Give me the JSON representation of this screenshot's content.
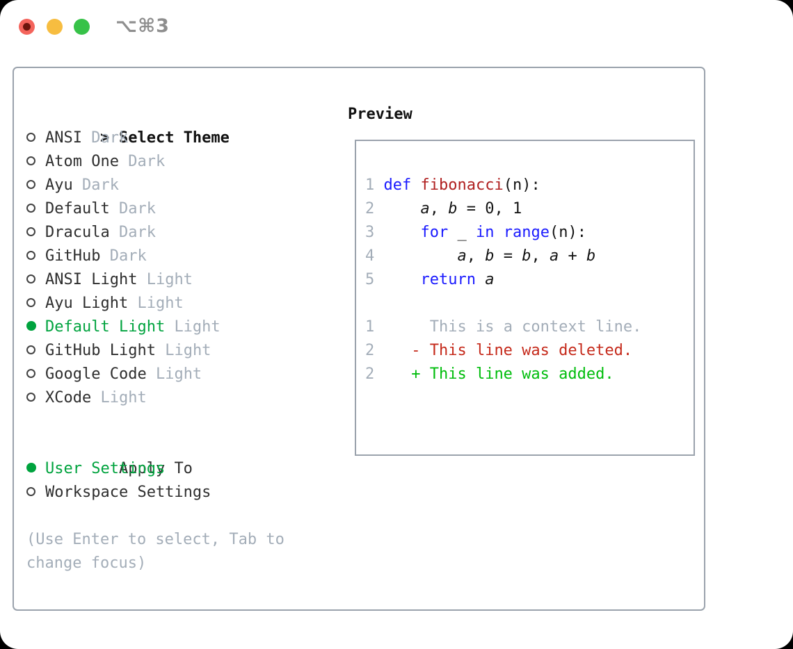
{
  "window": {
    "title_shortcut": "⌥⌘3"
  },
  "colors": {
    "accent_green": "#00a33e",
    "added_green": "#00bd0c",
    "deleted_red": "#c5291a",
    "keyword_blue": "#1a1aff",
    "function_red": "#b02020",
    "muted_gray": "#a3adb8",
    "text_dark": "#2e2e2e",
    "code_text": "#141414",
    "border_gray": "#9aa2ac",
    "light_red": "#f4645c",
    "light_yellow": "#f7bd40",
    "light_green": "#37c248",
    "title_gray": "#8e8e8e"
  },
  "theme_selector": {
    "focus_indicator": ">",
    "title": "Select Theme",
    "themes": [
      {
        "name": "ANSI",
        "variant": "Dark",
        "selected": false
      },
      {
        "name": "Atom One",
        "variant": "Dark",
        "selected": false
      },
      {
        "name": "Ayu",
        "variant": "Dark",
        "selected": false
      },
      {
        "name": "Default",
        "variant": "Dark",
        "selected": false
      },
      {
        "name": "Dracula",
        "variant": "Dark",
        "selected": false
      },
      {
        "name": "GitHub",
        "variant": "Dark",
        "selected": false
      },
      {
        "name": "ANSI Light",
        "variant": "Light",
        "selected": false
      },
      {
        "name": "Ayu Light",
        "variant": "Light",
        "selected": false
      },
      {
        "name": "Default Light",
        "variant": "Light",
        "selected": true
      },
      {
        "name": "GitHub Light",
        "variant": "Light",
        "selected": false
      },
      {
        "name": "Google Code",
        "variant": "Light",
        "selected": false
      },
      {
        "name": "XCode",
        "variant": "Light",
        "selected": false
      }
    ]
  },
  "apply_to": {
    "title": "Apply To",
    "options": [
      {
        "label": "User Settings",
        "selected": true
      },
      {
        "label": "Workspace Settings",
        "selected": false
      }
    ]
  },
  "hint": "(Use Enter to select, Tab to\nchange focus)",
  "preview": {
    "title": "Preview",
    "code_lines": [
      [
        {
          "t": "1",
          "c": "num"
        },
        {
          "t": " ",
          "c": "plain"
        },
        {
          "t": "def",
          "c": "kw"
        },
        {
          "t": " ",
          "c": "plain"
        },
        {
          "t": "fibonacci",
          "c": "fn"
        },
        {
          "t": "(n):",
          "c": "plain"
        }
      ],
      [
        {
          "t": "2",
          "c": "num"
        },
        {
          "t": "     ",
          "c": "plain"
        },
        {
          "t": "a",
          "c": "var"
        },
        {
          "t": ", ",
          "c": "plain"
        },
        {
          "t": "b",
          "c": "var"
        },
        {
          "t": " = 0, 1",
          "c": "plain"
        }
      ],
      [
        {
          "t": "3",
          "c": "num"
        },
        {
          "t": "     ",
          "c": "plain"
        },
        {
          "t": "for",
          "c": "kw"
        },
        {
          "t": " _ ",
          "c": "plain"
        },
        {
          "t": "in",
          "c": "kw"
        },
        {
          "t": " ",
          "c": "plain"
        },
        {
          "t": "range",
          "c": "kw"
        },
        {
          "t": "(n):",
          "c": "plain"
        }
      ],
      [
        {
          "t": "4",
          "c": "num"
        },
        {
          "t": "         ",
          "c": "plain"
        },
        {
          "t": "a",
          "c": "var"
        },
        {
          "t": ", ",
          "c": "plain"
        },
        {
          "t": "b",
          "c": "var"
        },
        {
          "t": " = ",
          "c": "plain"
        },
        {
          "t": "b",
          "c": "var"
        },
        {
          "t": ", ",
          "c": "plain"
        },
        {
          "t": "a",
          "c": "var"
        },
        {
          "t": " + ",
          "c": "plain"
        },
        {
          "t": "b",
          "c": "var"
        }
      ],
      [
        {
          "t": "5",
          "c": "num"
        },
        {
          "t": "     ",
          "c": "plain"
        },
        {
          "t": "return",
          "c": "kw"
        },
        {
          "t": " ",
          "c": "plain"
        },
        {
          "t": "a",
          "c": "var"
        }
      ],
      [],
      [
        {
          "t": "1",
          "c": "num"
        },
        {
          "t": "      ",
          "c": "plain"
        },
        {
          "t": "This is a context line.",
          "c": "ctx"
        }
      ],
      [
        {
          "t": "2",
          "c": "num"
        },
        {
          "t": "    ",
          "c": "plain"
        },
        {
          "t": "- This line was deleted.",
          "c": "del"
        }
      ],
      [
        {
          "t": "2",
          "c": "num"
        },
        {
          "t": "    ",
          "c": "plain"
        },
        {
          "t": "+ This line was added.",
          "c": "add"
        }
      ]
    ]
  }
}
